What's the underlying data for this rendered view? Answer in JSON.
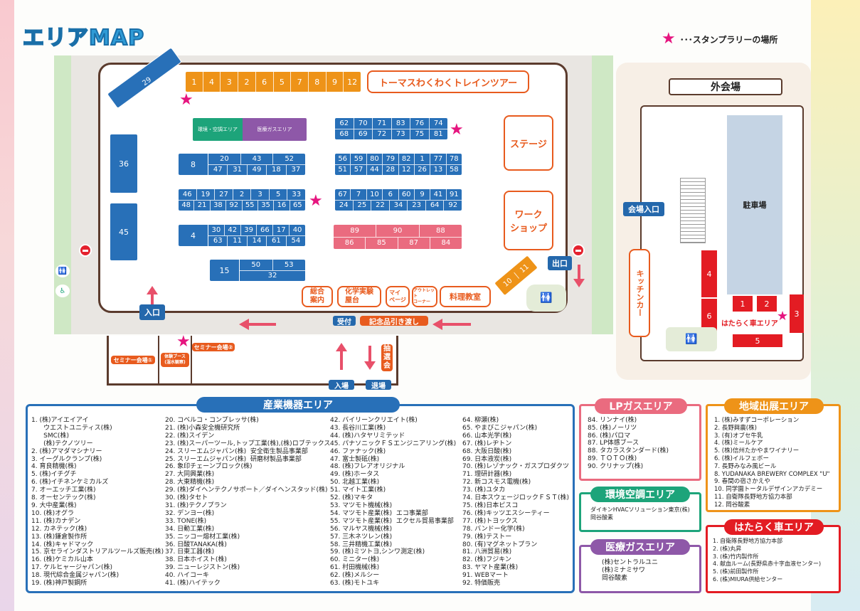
{
  "title": "エリアMAP",
  "legend": {
    "symbol": "★",
    "label": "･･･スタンプラリーの場所"
  },
  "hall": {
    "top_row": [
      "1",
      "4",
      "3",
      "2",
      "6",
      "5",
      "7",
      "8",
      "9",
      "12"
    ],
    "train_tour": "トーマスわくわくトレインツアー",
    "stage": "ステージ",
    "workshop": "ワーク\nショップ",
    "b29": "29",
    "b36": "36",
    "b45": "45",
    "kankyo": "環境・空調エリア",
    "iryo": "医療ガスエリア",
    "row_a": {
      "top": [
        "62",
        "70",
        "71",
        "83",
        "76",
        "74"
      ],
      "bottom": [
        "68",
        "69",
        "72",
        "73",
        "75",
        "81"
      ]
    },
    "row_b": {
      "lead": "8",
      "top": [
        "20",
        "43",
        "52"
      ],
      "bottom": [
        "47",
        "31",
        "49",
        "18",
        "37"
      ]
    },
    "row_c": {
      "top": [
        "56",
        "59",
        "80",
        "79",
        "82",
        "1",
        "77",
        "78"
      ],
      "bottom": [
        "51",
        "57",
        "44",
        "28",
        "12",
        "26",
        "13",
        "58"
      ]
    },
    "row_d": {
      "top": [
        "46",
        "19",
        "27",
        "2",
        "3",
        "5",
        "33"
      ],
      "bottom": [
        "48",
        "21",
        "38",
        "92",
        "55",
        "35",
        "16",
        "65"
      ]
    },
    "row_e": {
      "top": [
        "67",
        "7",
        "10",
        "6",
        "60",
        "9",
        "41",
        "91"
      ],
      "bottom": [
        "24",
        "25",
        "22",
        "34",
        "23",
        "64",
        "92"
      ]
    },
    "row_f": {
      "lead": "4",
      "top": [
        "30",
        "42",
        "39",
        "66",
        "17",
        "40"
      ],
      "bottom": [
        "63",
        "11",
        "14",
        "61",
        "54"
      ]
    },
    "row_g": {
      "top": [
        "89",
        "90",
        "88"
      ],
      "bottom": [
        "86",
        "85",
        "87",
        "84"
      ]
    },
    "row_h": {
      "lead": "15",
      "top": [
        "50",
        "53"
      ],
      "bottom": [
        "32"
      ]
    },
    "b10": "10",
    "b11": "11",
    "sogo": "総合\n案内",
    "kagaku": "化学実験\n屋台",
    "mypage": "マイ\nページ",
    "outlet": "アウトレット\nコーナー",
    "ryori": "料理教室",
    "entrance": "入口",
    "exit": "出口",
    "uketsuke": "受付",
    "kinen": "記念品引き渡し",
    "seminar1": "セミナー会場①",
    "taiken": "体験ブース\n(湿水観察)",
    "seminar2": "セミナー会場②",
    "nyujo": "入場",
    "taijo": "退場",
    "chusen": "抽\n選\n会"
  },
  "outdoor": {
    "title": "外会場",
    "entrance": "会場入口",
    "parking": "駐車場",
    "kitchen": "キッチンカー",
    "lots": [
      "4",
      "6",
      "1",
      "2",
      "3",
      "5"
    ],
    "hataraku": "はたらく車エリア"
  },
  "sangyo": {
    "title": "産業機器エリア",
    "col1": "1. (株)アイエイアイ\n      ウエストユニティス(株)\n      SMC(株)\n      (株)テクノツリー\n2. (株)アマダマシナリー\n3. イーグルクランプ(株)\n4. 育良精機(株)\n5. (株)イチグチ\n6. (株)イチネンケミカルズ\n7. オーエッチ工業(株)\n8. オーセンテック(株)\n9. 大中産業(株)\n10. (株)オグラ\n11. (株)カナデン\n12. カネテック(株)\n13. (株)鎌倉製作所\n14. (株)キャドマック\n15. 京セラインダストリアルツールズ販売(株)\n16. (株)ケミカル山本\n17. ケルヒャージャパン(株)\n18. 現代綜合金属ジャパン(株)\n19. (株)神戸製鋼所",
    "col2": "20. コベルコ・コンプレッサ(株)\n21. (株)小森安全機研究所\n22. (株)スイデン\n23. (株)スーパーツール,トップ工業(株),(株)ロブテックス\n24. スリーエムジャパン(株)  安全衛生製品事業部\n25. スリーエムジャパン(株)  研磨材製品事業部\n26. 象印チェーンブロック(株)\n27. 大同興業(株)\n28. 大東精機(株)\n29. (株)ダイヘンテクノサポート／ダイヘンスタッド(株)\n30. (株)タセト\n31. (株)テクノプラン\n32. デンヨー(株)\n33. TONE(株)\n34. 日動工業(株)\n35. ニッコー熔材工業(株)\n36. 日酸TANAKA(株)\n37. 日東工器(株)\n38. 日本ホイスト(株)\n39. ニューレジストン(株)\n40. ハイコーキ\n41. (株)ハイテック",
    "col3": "42. バイリーンクリエイト(株)\n43. 長谷川工業(株)\n44. (株)ハタヤリミテッド\n45. パナソニックＦＳエンジニアリング(株)\n46. ファナック(株)\n47. 富士製砥(株)\n48. (株)フレアオリジナル\n49. (株)ホータス\n50. 北越工業(株)\n51. マイト工業(株)\n52. (株)マキタ\n53. マツモト機械(株)\n54. マツモト産業(株)  エコ事業部\n55. マツモト産業(株)  エクセル貿易事業部\n56. マルヤス機械(株)\n57. 三木ネツレン(株)\n58. 三井精機工業(株)\n59. (株)ミツトヨ,シンワ測定(株)\n60. ミニター(株)\n61. 村田機械(株)\n62. (株)メルシー\n63. (株)モトユキ",
    "col4": "64. 柳瀬(株)\n65. やまびこジャパン(株)\n66. 山本光学(株)\n67. (株)レヂトン\n68. 大阪日酸(株)\n69. 日本液炭(株)\n70. (株)レゾナック・ガスプロダクツ\n71. 理研計器(株)\n72. 新コスモス電機(株)\n73. (株)ユタカ\n74. 日本スウェージロックＦＳＴ(株)\n75. (株)日本ピスコ\n76. (株)キッツエスシーティー\n77. (株)トヨックス\n78. バンドー化学(株)\n79. (株)テストー\n80. (有)マグネットプラン\n81. 八洲貿易(株)\n82. (株)フジキン\n83. ヤマト産業(株)\n91. WEBマート\n92. 特価販売"
  },
  "lpgas": {
    "title": "LPガスエリア",
    "list": "84. リンナイ(株)\n85. (株)ノーリツ\n86. (株)パロマ\n87. LP体感ブース\n88. タカラスタンダード(株)\n89. ＴＯＴＯ(株)\n90. クリナップ(株)"
  },
  "kankyo_panel": {
    "title": "環境空調エリア",
    "list": "ダイキンHVACソリューション東京(株)\n岡谷酸素"
  },
  "iryo_panel": {
    "title": "医療ガスエリア",
    "list": "(株)セントラルユニ\n(株)ミナミサワ\n岡谷酸素"
  },
  "chiiki": {
    "title": "地域出展エリア",
    "list": "1. (株)みすずコーポレーション\n2. 長野興農(株)\n3. (有)オブセ牛乳\n4. (株)ミールケア\n5. (株)信州たかやまワイナリー\n6. (株)イルフェボー\n7. 長野みなみ風ビール\n8. YUDANAKA BREWERY COMPLEX \"U\"\n9. 春間の宿さかえや\n10. 同学園トータルデザインアカデミー\n11. 自衛隊長野地方協力本部\n12. 岡谷酸素"
  },
  "hataraku_panel": {
    "title": "はたらく車エリア",
    "list": "1. 自衛隊長野地方協力本部\n2. (株)丸昇\n3. (株)竹内製作所\n4. 献血ルーム(長野県赤十字血液センター)\n5. (株)前田製作所\n6. (株)MIURA供給センター"
  },
  "colors": {
    "blue": "#2870b8",
    "pink": "#ea6b7f",
    "orange": "#ee9318",
    "accent": "#e85b1e",
    "star": "#e6157f"
  }
}
